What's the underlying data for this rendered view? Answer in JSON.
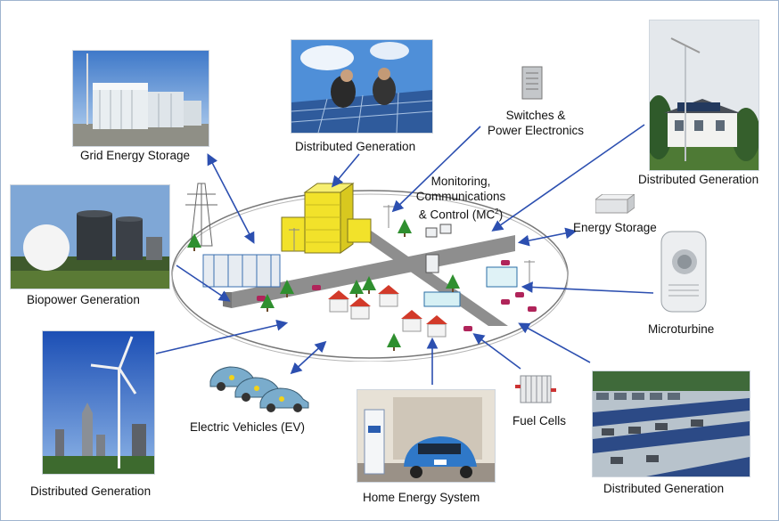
{
  "labels": {
    "grid_storage": "Grid Energy Storage",
    "dg_solar_roof": "Distributed Generation",
    "switches_line1": "Switches &",
    "switches_line2": "Power Electronics",
    "dg_house": "Distributed Generation",
    "biopower": "Biopower Generation",
    "monitoring_line1": "Monitoring,",
    "monitoring_line2": "Communications",
    "monitoring_line3": "& Control (MC",
    "monitoring_sup": "2",
    "monitoring_close": ")",
    "energy_storage": "Energy Storage",
    "microturbine": "Microturbine",
    "dg_wind": "Distributed Generation",
    "ev": "Electric Vehicles (EV)",
    "home_energy": "Home Energy System",
    "fuel_cells": "Fuel Cells",
    "dg_carport": "Distributed Generation"
  },
  "colors": {
    "arrow": "#2c4fb0",
    "road": "#8e8e8e",
    "building_yellow": "#f2e22a",
    "tree": "#2f8f2f",
    "roof_red": "#d23a2a",
    "car": "#b0245a"
  }
}
